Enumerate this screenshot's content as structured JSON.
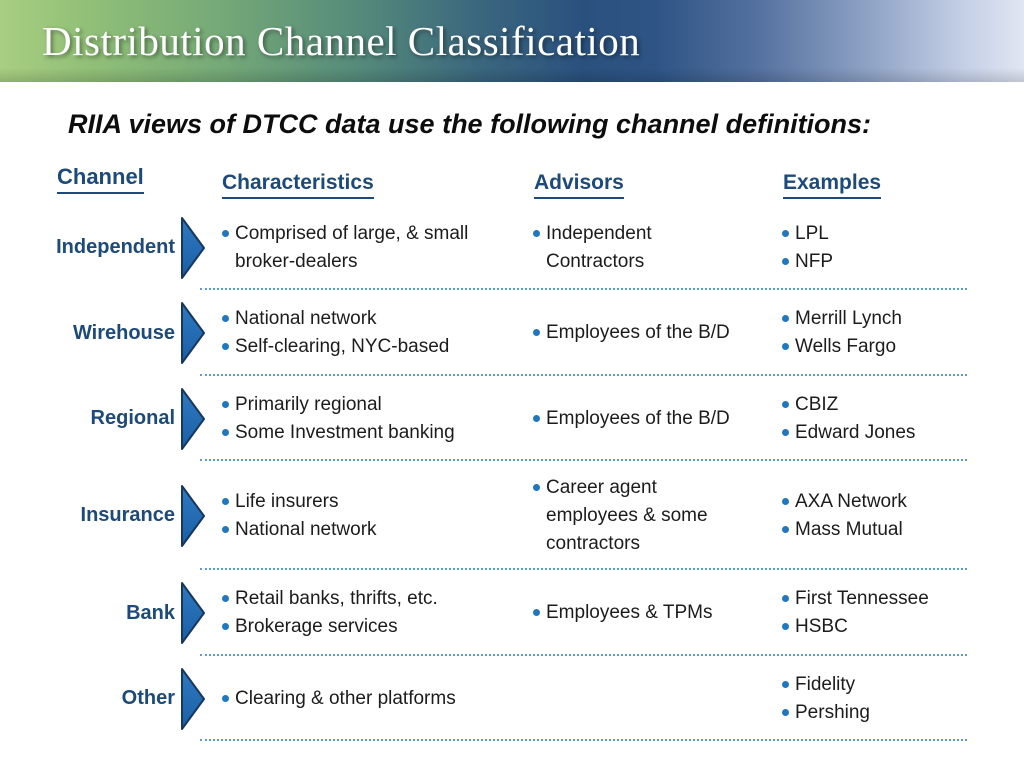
{
  "slide": {
    "title": "Distribution Channel Classification",
    "subtitle": "RIIA views of DTCC data use the following channel definitions:"
  },
  "table": {
    "headers": {
      "channel": "Channel",
      "characteristics": "Characteristics",
      "advisors": "Advisors",
      "examples": "Examples"
    },
    "rows": [
      {
        "channel": "Independent",
        "characteristics": [
          "Comprised of large, & small broker-dealers"
        ],
        "advisors": [
          "Independent Contractors"
        ],
        "examples": [
          "LPL",
          "NFP"
        ]
      },
      {
        "channel": "Wirehouse",
        "characteristics": [
          "National network",
          "Self-clearing, NYC-based"
        ],
        "advisors": [
          "Employees of the B/D"
        ],
        "examples": [
          "Merrill Lynch",
          "Wells Fargo"
        ]
      },
      {
        "channel": "Regional",
        "characteristics": [
          "Primarily regional",
          "Some Investment banking"
        ],
        "advisors": [
          "Employees of the B/D"
        ],
        "examples": [
          "CBIZ",
          "Edward Jones"
        ]
      },
      {
        "channel": "Insurance",
        "characteristics": [
          "Life insurers",
          "National network"
        ],
        "advisors": [
          "Career agent employees & some contractors"
        ],
        "examples": [
          "AXA Network",
          "Mass Mutual"
        ]
      },
      {
        "channel": "Bank",
        "characteristics": [
          "Retail banks, thrifts, etc.",
          "Brokerage services"
        ],
        "advisors": [
          "Employees & TPMs"
        ],
        "examples": [
          "First Tennessee",
          "HSBC"
        ]
      },
      {
        "channel": "Other",
        "characteristics": [
          "Clearing & other platforms"
        ],
        "advisors": [],
        "examples": [
          "Fidelity",
          "Pershing"
        ]
      }
    ]
  },
  "colors": {
    "header_gradient_left": "#a8ce81",
    "header_gradient_mid": "#2a517e",
    "header_gradient_right": "#e0e6f2",
    "accent_navy": "#1d4a7a",
    "bullet_blue": "#2176bc",
    "separator_blue": "#5b9bd5",
    "body_text": "#1c1c1c",
    "title_text": "#ffffff"
  }
}
